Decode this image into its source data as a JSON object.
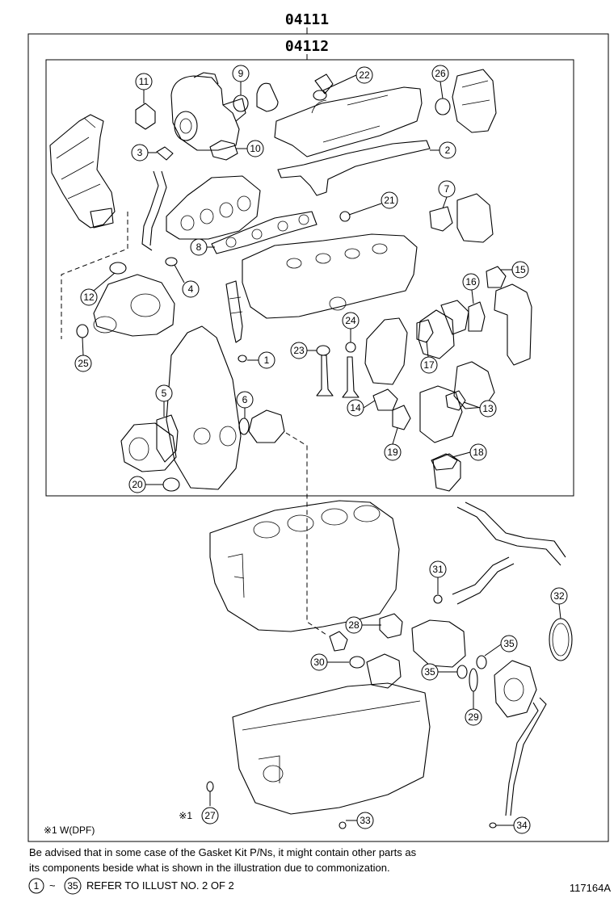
{
  "header": {
    "kit_code": "04111",
    "inner_kit_code": "04112"
  },
  "callouts": [
    "1",
    "2",
    "3",
    "4",
    "5",
    "6",
    "7",
    "8",
    "9",
    "10",
    "11",
    "12",
    "13",
    "14",
    "15",
    "16",
    "17",
    "18",
    "19",
    "20",
    "21",
    "22",
    "23",
    "24",
    "25",
    "26",
    "27",
    "28",
    "29",
    "30",
    "31",
    "32",
    "33",
    "34",
    "35",
    "35"
  ],
  "footnote": {
    "marker": "※1",
    "text": "W(DPF)"
  },
  "part27_marker": "※1",
  "notice": {
    "line1": "Be advised that in some case of the Gasket Kit P/Ns,  it might contain other parts as",
    "line2": "its components beside what is shown in the illustration due to commonization."
  },
  "range_note": {
    "start": "1",
    "tilde": "~",
    "end": "35",
    "text": "REFER TO ILLUST NO. 2 OF 2"
  },
  "illustration_id": "117164A"
}
